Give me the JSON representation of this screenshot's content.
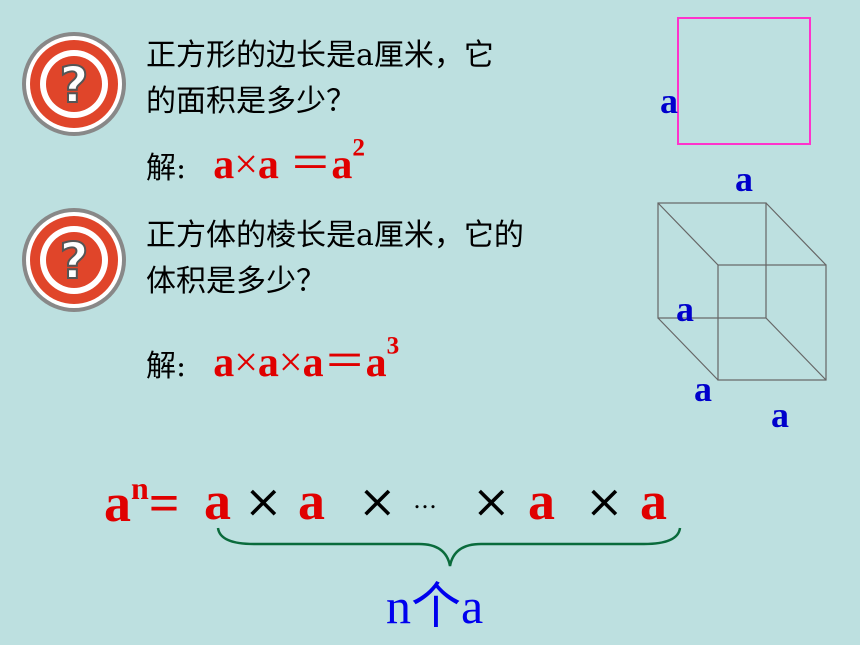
{
  "q1": {
    "line1": "正方形的边长是a厘米，它",
    "line2": "的面积是多少？",
    "jie": "解:",
    "a1": "a",
    "times": "×",
    "a2": "a",
    "eq": "＝",
    "res": "a",
    "exp": "2"
  },
  "q2": {
    "line1": "正方体的棱长是a厘米，它的",
    "line2": "体积是多少？",
    "jie": "解:",
    "a1": "a",
    "times1": "×",
    "a2": "a",
    "times2": "×",
    "a3": "a",
    "eq": "＝",
    "res": "a",
    "exp": "3"
  },
  "square": {
    "side_label": "a",
    "color": "#ff33cc"
  },
  "cube": {
    "label_top": "a",
    "label_mid": "a",
    "label_bot1": "a",
    "label_bot2": "a"
  },
  "formula": {
    "base": "a",
    "exp": "n",
    "eq": "=",
    "a1": "a",
    "x1": "×",
    "a2": "a",
    "x2": "×",
    "dots": "…",
    "x3": "×",
    "a3": "a",
    "x4": "×",
    "a4": "a",
    "brace_label": "n个a"
  },
  "colors": {
    "background": "#bde0e0",
    "red": "#e00000",
    "blue": "#0000cc"
  },
  "icons": [
    "question-icon",
    "question-icon"
  ]
}
